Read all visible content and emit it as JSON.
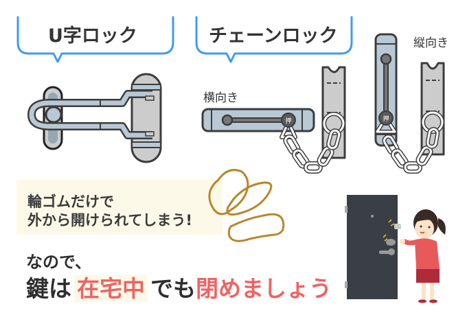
{
  "labels": {
    "u_lock": "U字ロック",
    "chain_lock": "チェーンロック",
    "horizontal": "横向き",
    "vertical": "縦向き",
    "push_mark": "押"
  },
  "note": {
    "line1": "輪ゴムだけで",
    "line2": "外から開けられてしまう!"
  },
  "headline": {
    "line1": "なので、",
    "part1": "鍵は",
    "part2": "在宅中",
    "part3": "でも",
    "part4": "閉めましょう"
  },
  "colors": {
    "bubble_border": "#3d9cf0",
    "metal_blue": "#b8c8d4",
    "metal_gray": "#cccccc",
    "outline": "#3c3c3c",
    "rubber_band": "#b8862a",
    "note_bg": "#fdf9e8",
    "accent_red": "#f06262",
    "door": "#3a3f45",
    "person_shirt": "#e85a5a",
    "person_skirt": "#b02a3a"
  }
}
